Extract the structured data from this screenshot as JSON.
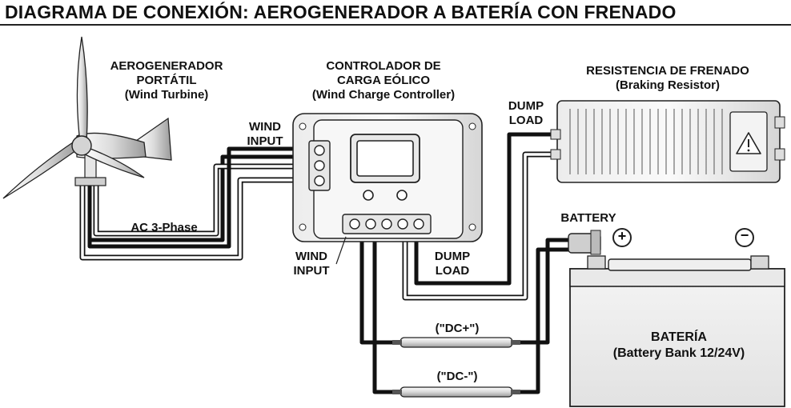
{
  "title": "DIAGRAMA DE CONEXIÓN: AEROGENERADOR A BATERÍA CON FRENADO",
  "turbine": {
    "line1": "AEROGENERADOR",
    "line2": "PORTÁTIL",
    "line3": "(Wind Turbine)"
  },
  "controller": {
    "line1": "CONTROLADOR DE",
    "line2": "CARGA EÓLICO",
    "line3": "(Wind Charge Controller)"
  },
  "resistor": {
    "line1": "RESISTENCIA DE FRENADO",
    "line2": "(Braking Resistor)"
  },
  "battery": {
    "line1": "BATERÍA",
    "line2": "(Battery Bank 12/24V)",
    "terminal_label": "BATTERY",
    "plus": "+",
    "minus": "−"
  },
  "labels": {
    "wind_input_top_1": "WIND",
    "wind_input_top_2": "INPUT",
    "wind_input_bottom_1": "WIND",
    "wind_input_bottom_2": "INPUT",
    "dump_load_top_1": "DUMP",
    "dump_load_top_2": "LOAD",
    "dump_load_bottom_1": "DUMP",
    "dump_load_bottom_2": "LOAD",
    "ac_phase": "AC 3-Phase",
    "dc_plus": "(\"DC+\")",
    "dc_minus": "(\"DC-\")"
  }
}
